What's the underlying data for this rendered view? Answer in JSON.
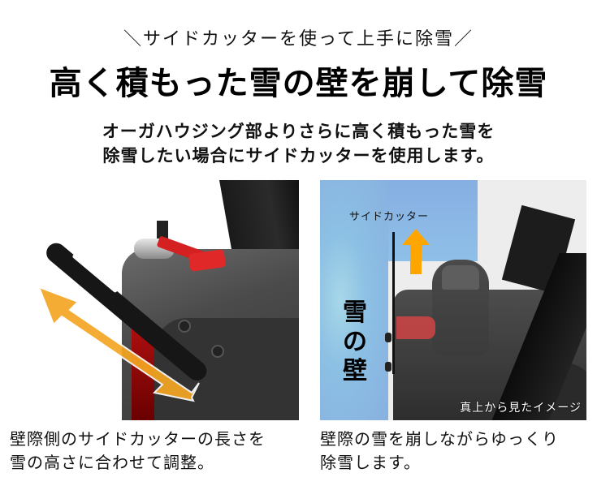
{
  "header": {
    "subtitle_open": "＼",
    "subtitle": "サイドカッターを使って上手に除雪",
    "subtitle_close": "／",
    "headline": "高く積もった雪の壁を崩して除雪",
    "description_line1": "オーガハウジング部よりさらに高く積もった雪を",
    "description_line2": "除雪したい場合にサイドカッターを使用します。"
  },
  "left_panel": {
    "image_alt": "side cutter adjustment on snow blower",
    "arrow_color": "#F5A623",
    "caption_line1": "壁際側のサイドカッターの長さを",
    "caption_line2": "雪の高さに合わせて調整。"
  },
  "right_panel": {
    "image_alt": "top view of snow blower next to snow wall",
    "cutter_label": "サイドカッター",
    "wall_label": [
      "雪",
      "の",
      "壁"
    ],
    "view_caption": "真上から見たイメージ",
    "arrow_color": "#FFA500",
    "wall_color": "#8CB8E4",
    "caption_line1": "壁際の雪を崩しながらゆっくり",
    "caption_line2": "除雪します。"
  }
}
